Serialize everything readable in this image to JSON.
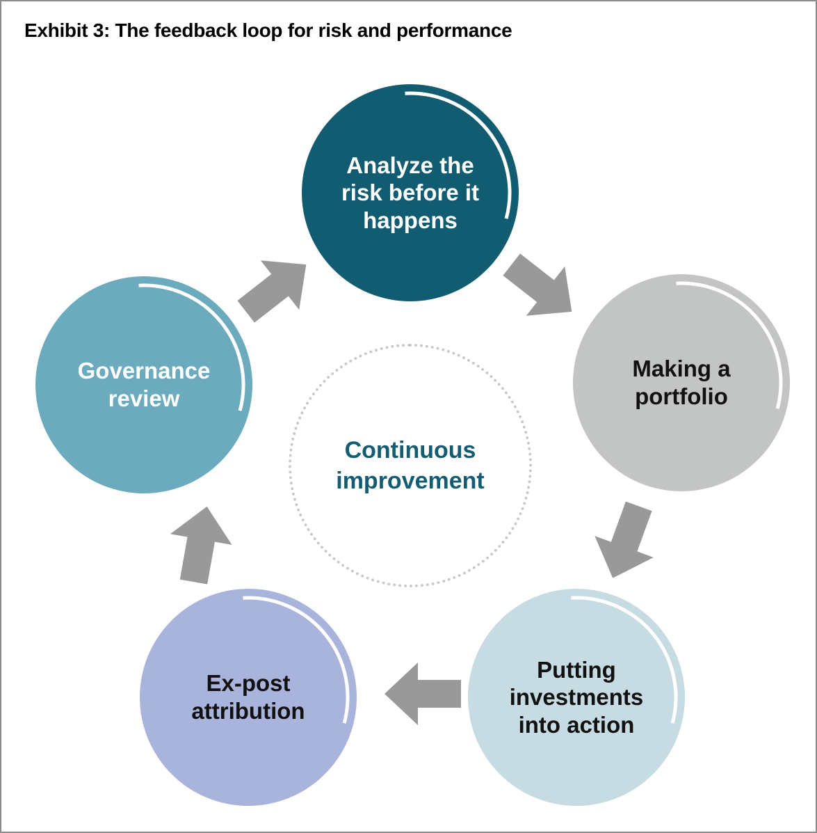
{
  "title": "Exhibit 3: The feedback loop for risk and performance",
  "center_circle": {
    "lines": [
      "Continuous",
      "improvement"
    ],
    "text_color": "#135c73",
    "dot_color": "#c9c9c9"
  },
  "nodes": [
    {
      "id": "analyze-risk",
      "lines": [
        "Analyze the",
        "risk before it",
        "happens"
      ],
      "fill": "#125c72",
      "text_color": "#ffffff"
    },
    {
      "id": "making-portfolio",
      "lines": [
        "Making a",
        "portfolio"
      ],
      "fill": "#c3c4c4",
      "text_color": "#111111"
    },
    {
      "id": "putting-investments",
      "lines": [
        "Putting",
        "investments",
        "into action"
      ],
      "fill": "#c6dbe2",
      "text_color": "#111111"
    },
    {
      "id": "ex-post-attribution",
      "lines": [
        "Ex-post",
        "attribution"
      ],
      "fill": "#a9b4dc",
      "text_color": "#111111"
    },
    {
      "id": "governance-review",
      "lines": [
        "Governance",
        "review"
      ],
      "fill": "#6babbd",
      "text_color": "#ffffff"
    }
  ],
  "arrows": [
    {
      "id": "governance-to-analyze",
      "direction": "up-right"
    },
    {
      "id": "analyze-to-portfolio",
      "direction": "down-right"
    },
    {
      "id": "portfolio-to-putting",
      "direction": "down-left"
    },
    {
      "id": "putting-to-expost",
      "direction": "left"
    },
    {
      "id": "expost-to-governance",
      "direction": "up"
    }
  ],
  "colors": {
    "arrow": "#999999",
    "border": "#8c8c8c",
    "highlight_arc": "#ffffff"
  }
}
